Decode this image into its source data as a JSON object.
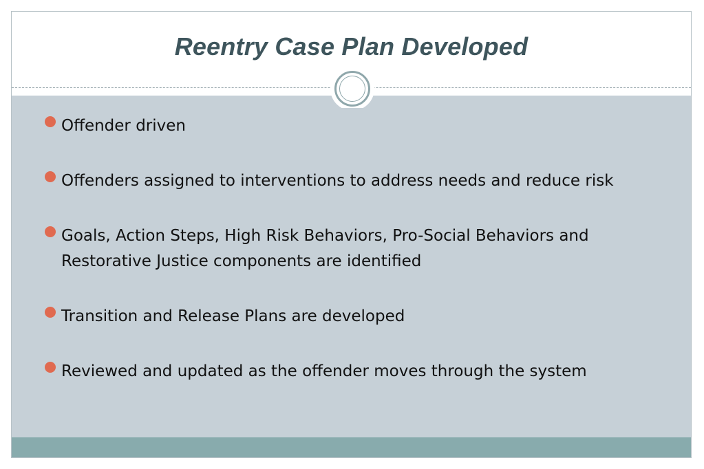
{
  "slide": {
    "title": "Reentry Case Plan Developed",
    "bullets": [
      "Offender driven",
      "Offenders assigned to interventions to address needs and reduce risk",
      "Goals, Action Steps, High Risk Behaviors, Pro-Social Behaviors and Restorative Justice components are identified",
      "Transition and Release Plans are developed",
      "Reviewed and updated as the offender moves through the system"
    ]
  },
  "colors": {
    "title": "#3e555c",
    "content_background": "#c6d0d7",
    "footer_bar": "#88abad",
    "bullet_dot": "#e06a50",
    "ornament_ring": "#8fa7ab"
  },
  "icons": {
    "ornament": "double-ring-circle-icon",
    "bullet": "filled-circle-bullet-icon"
  }
}
